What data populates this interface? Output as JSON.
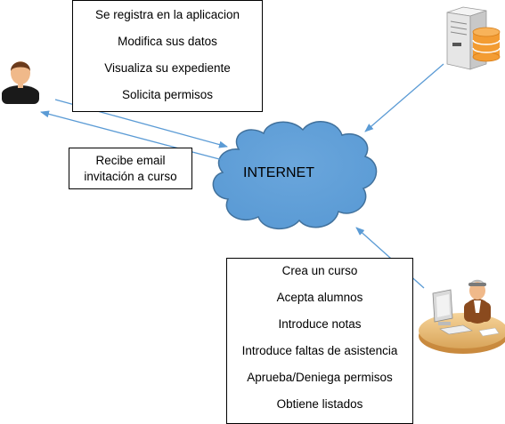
{
  "user_actions": [
    "Se registra en la aplicacion",
    "Modifica sus datos",
    "Visualiza su expediente",
    "Solicita permisos"
  ],
  "email_notice": [
    "Recibe email",
    "invitación a curso"
  ],
  "cloud_label": "INTERNET",
  "teacher_actions": [
    "Crea un curso",
    "Acepta alumnos",
    "Introduce notas",
    "Introduce faltas de asistencia",
    "Aprueba/Deniega permisos",
    "Obtiene listados"
  ],
  "colors": {
    "arrow": "#5b9bd5",
    "cloud_fill": "#5b9bd5",
    "cloud_stroke": "#41719c",
    "server_tower": "#e8e8e8",
    "database": "#f39c33"
  },
  "icons": [
    "user-icon",
    "server-database-icon",
    "teacher-computer-icon"
  ]
}
